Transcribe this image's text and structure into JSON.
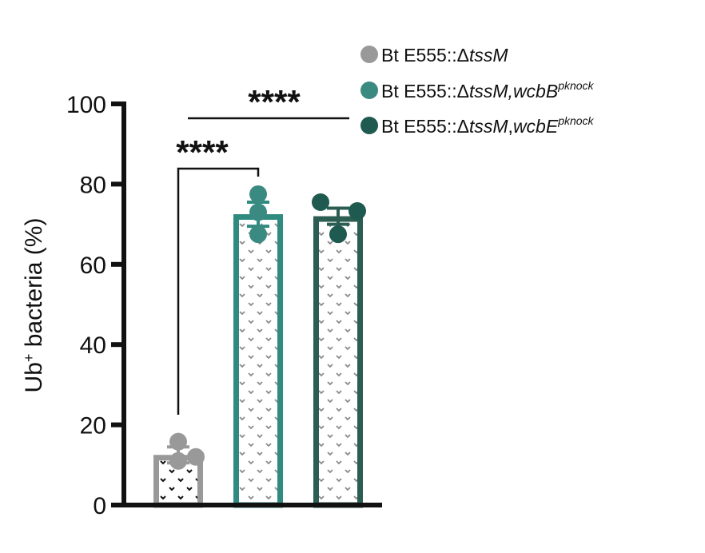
{
  "chart_data": {
    "type": "bar",
    "categories": [
      "Bt E555::ΔtssM",
      "Bt E555::ΔtssM,wcbBpknock",
      "Bt E555::ΔtssM,wcbEpknock"
    ],
    "values": [
      12.5,
      72.5,
      72.0
    ],
    "error": [
      2.0,
      3.0,
      2.0
    ],
    "points": [
      [
        15.8,
        12.0,
        11.0
      ],
      [
        77.5,
        73.0,
        67.5
      ],
      [
        75.5,
        73.3,
        67.5
      ]
    ],
    "colors": [
      "#999999",
      "#2f8a80",
      "#2b5d52"
    ],
    "point_colors": [
      "#999999",
      "#3b8a82",
      "#1e5a50"
    ],
    "ylim": [
      0,
      100
    ],
    "yticks": [
      0,
      20,
      40,
      60,
      80,
      100
    ],
    "ylabel_main": "Ub",
    "ylabel_sup": "+",
    "ylabel_rest": " bacteria (%)",
    "legend": [
      {
        "prefix": "Bt E555::Δ",
        "italic": "tssM",
        "mid": "",
        "italic2": "",
        "sup": ""
      },
      {
        "prefix": "Bt E555::Δ",
        "italic": "tssM,",
        "mid": "",
        "italic2": "wcbB",
        "sup": "pknock"
      },
      {
        "prefix": "Bt E555::Δ",
        "italic": "tssM",
        "mid": ",",
        "italic2": "wcbE",
        "sup": "pknock"
      }
    ],
    "significance": [
      {
        "label": "****",
        "from": 0,
        "to": 1,
        "style": "bracket"
      },
      {
        "label": "****",
        "from": 0,
        "to": 2,
        "style": "line"
      }
    ],
    "grid": false,
    "legend_position": "top-right"
  }
}
